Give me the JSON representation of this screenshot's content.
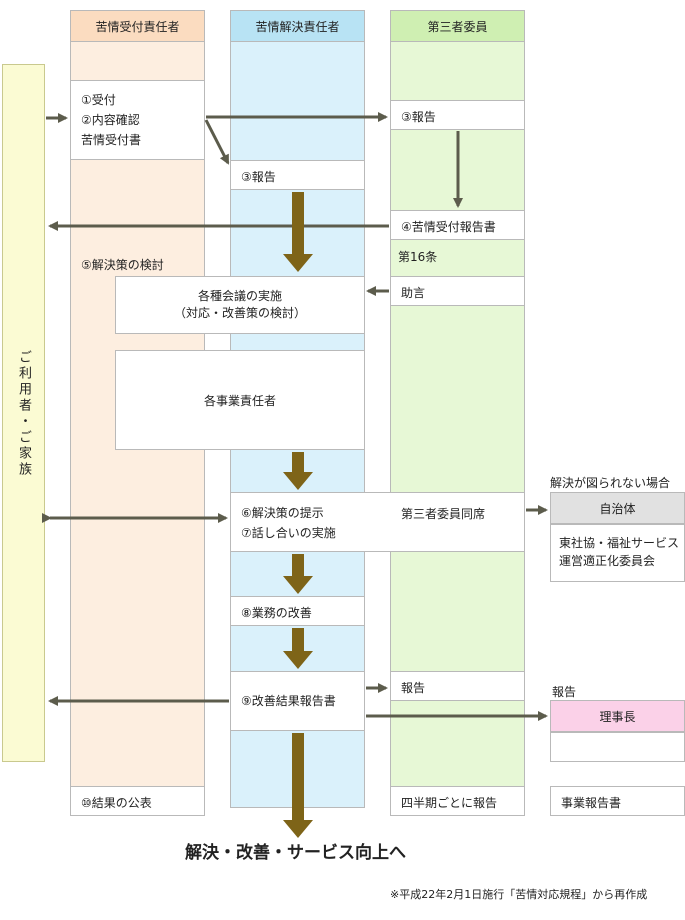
{
  "lanes": {
    "reception": "苦情受付責任者",
    "resolution": "苦情解決責任者",
    "third_party": "第三者委員"
  },
  "user_family": "ご利用者・ご家族",
  "steps": {
    "receipt": "①受付",
    "content_check": "②内容確認",
    "complaint_form": "苦情受付書",
    "report_third": "③報告",
    "report_resolution": "③報告",
    "receipt_report": "④苦情受付報告書",
    "article16": "第16条",
    "consider": "⑤解決策の検討",
    "advice": "助言",
    "meeting_line1": "各種会議の実施",
    "meeting_line2": "（対応・改善策の検討）",
    "dept_heads": "各事業責任者",
    "propose": "⑥解決策の提示",
    "discuss": "⑦話し合いの実施",
    "third_present": "第三者委員同席",
    "improve": "⑧業務の改善",
    "result_report": "⑨改善結果報告書",
    "third_report": "報告",
    "publish": "⑩結果の公表",
    "quarterly": "四半期ごとに報告"
  },
  "side": {
    "unresolved": "解決が図られない場合",
    "municipality": "自治体",
    "committee_line1": "東社協・福祉サービス",
    "committee_line2": "運営適正化委員会",
    "report": "報告",
    "chairman": "理事長",
    "business_report": "事業報告書"
  },
  "goal": "解決・改善・サービス向上へ",
  "footnote": "※平成22年2月1日施行「苦情対応規程」から再作成",
  "colors": {
    "reception_lane": "#fdeee0",
    "reception_header": "#fbdcc0",
    "resolution_lane": "#daf1fb",
    "resolution_header": "#b8e3f4",
    "third_lane": "#e7f8d6",
    "third_header": "#cfefb2",
    "user_bar": "#fbfbd3",
    "municipality": "#e1e1e1",
    "chairman": "#fbd1e8",
    "arrow": "#5c5c4c",
    "big_arrow": "#7e6418"
  }
}
